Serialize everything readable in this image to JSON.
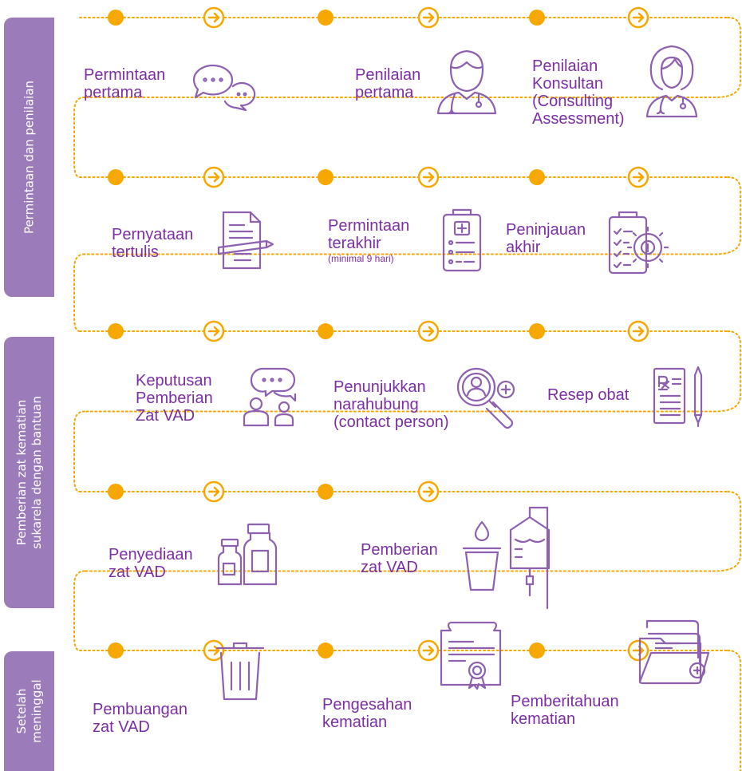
{
  "colors": {
    "accent": "#f7a800",
    "purple_text": "#7c2ea5",
    "tab": "#9b7bb9",
    "icon": "#8e60b0"
  },
  "sections": [
    {
      "lines": [
        "Permintaan dan penilaian"
      ]
    },
    {
      "lines": [
        "Pemberian zat kematian",
        "sukarela dengan bantuan"
      ]
    },
    {
      "lines": [
        "Setelah",
        "meninggal"
      ]
    }
  ],
  "steps": [
    {
      "lines": [
        "Permintaan",
        "pertama"
      ],
      "icon": "speech-bubbles-icon"
    },
    {
      "lines": [
        "Penilaian",
        "pertama"
      ],
      "icon": "doctor-icon"
    },
    {
      "lines": [
        "Penilaian",
        "Konsultan",
        "(Consulting",
        "Assessment)"
      ],
      "icon": "female-doctor-icon"
    },
    {
      "lines": [
        "Pernyataan",
        "tertulis"
      ],
      "icon": "document-pen-icon"
    },
    {
      "lines": [
        "Permintaan",
        "terakhir"
      ],
      "note": "(minimal 9 hari)",
      "icon": "medical-clipboard-icon"
    },
    {
      "lines": [
        "Peninjauan",
        "akhir"
      ],
      "icon": "checklist-gear-icon"
    },
    {
      "lines": [
        "Keputusan",
        "Pemberian",
        "Zat VAD"
      ],
      "icon": "discussion-icon"
    },
    {
      "lines": [
        "Penunjukkan",
        "narahubung",
        "(contact person)"
      ],
      "icon": "magnifier-person-icon"
    },
    {
      "lines": [
        "Resep obat"
      ],
      "icon": "prescription-icon"
    },
    {
      "lines": [
        "Penyediaan",
        "zat VAD"
      ],
      "icon": "medicine-bottles-icon"
    },
    {
      "lines": [
        "Pemberian",
        "zat VAD"
      ],
      "icon": "iv-drip-icon"
    },
    {
      "lines": [
        "Pembuangan",
        "zat VAD"
      ],
      "icon": "trash-bin-icon"
    },
    {
      "lines": [
        "Pengesahan",
        "kematian"
      ],
      "icon": "certificate-icon"
    },
    {
      "lines": [
        "Pemberitahuan",
        "kematian"
      ],
      "icon": "folder-icon"
    }
  ]
}
